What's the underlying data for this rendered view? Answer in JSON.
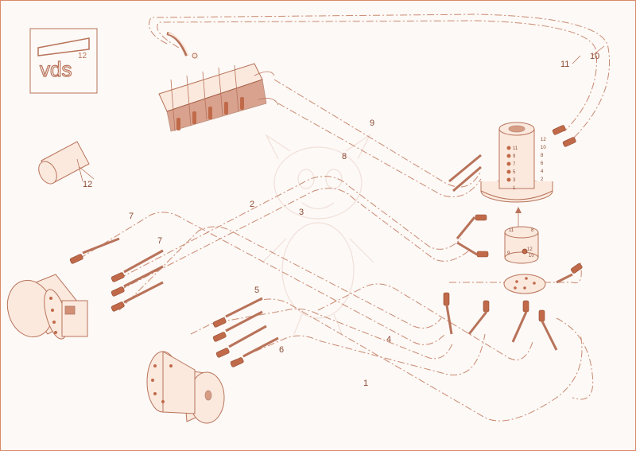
{
  "logo": {
    "text": "vds",
    "badge": "12"
  },
  "callouts": {
    "c1": "1",
    "c2": "2",
    "c3": "3",
    "c4": "4",
    "c5": "5",
    "c6": "6",
    "c7a": "7",
    "c7b": "7",
    "c8": "8",
    "c9": "9",
    "c10": "10",
    "c11": "11",
    "c12": "12"
  },
  "joint_ports": {
    "p12": "12",
    "p11": "11",
    "p10": "10",
    "p9": "9",
    "p8": "8",
    "p7": "7",
    "p6": "6",
    "p5": "5",
    "p4": "4",
    "p3": "3",
    "p2": "2",
    "p1": "1"
  },
  "lower_joint": {
    "p11": "11",
    "p8": "8",
    "p9": "9",
    "p12": "12",
    "p10": "10"
  },
  "colors": {
    "line": "#b8735a",
    "hose": "#c98a72",
    "fill": "#fbe9de",
    "border": "#d98a67"
  }
}
